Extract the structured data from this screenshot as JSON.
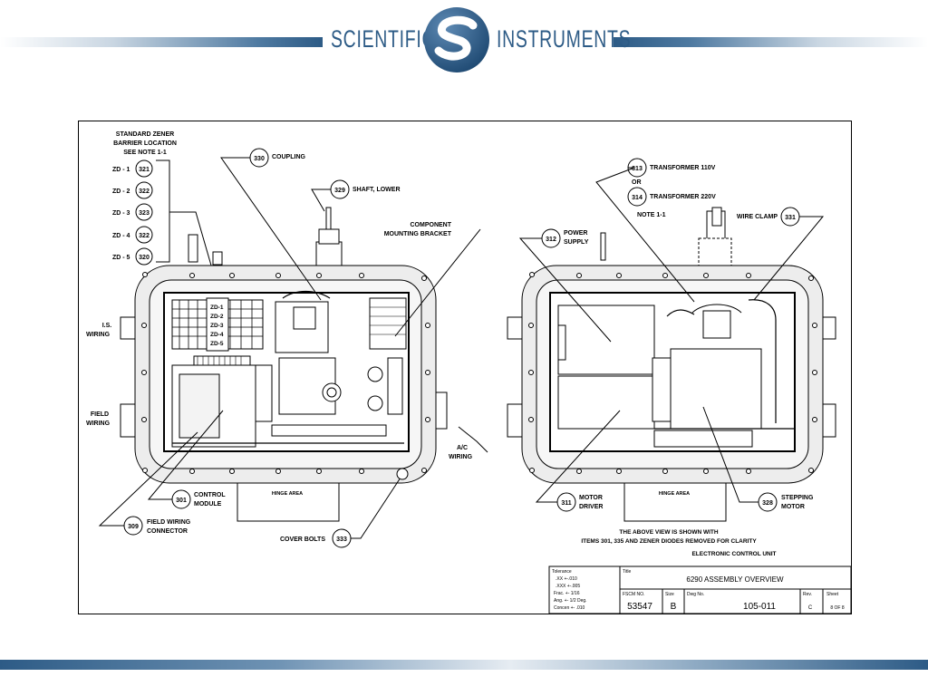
{
  "brand": {
    "left": "SCIENTIFIC",
    "right": "INSTRUMENTS"
  },
  "colors": {
    "brand_blue": "#2d5b86",
    "line": "#000000",
    "fill_gray": "#e9e9e9"
  },
  "notes": {
    "zener_title_1": "STANDARD ZENER",
    "zener_title_2": "BARRIER LOCATION",
    "zener_title_3": "SEE NOTE 1-1",
    "clarity_1": "THE ABOVE VIEW IS SHOWN WITH",
    "clarity_2": "ITEMS 301, 335 AND ZENER DIODES REMOVED FOR CLARITY",
    "ecu": "ELECTRONIC CONTROL UNIT",
    "note11": "NOTE 1-1",
    "or": "OR"
  },
  "zener": [
    {
      "label": "ZD - 1",
      "num": "321"
    },
    {
      "label": "ZD - 2",
      "num": "322"
    },
    {
      "label": "ZD - 3",
      "num": "323"
    },
    {
      "label": "ZD - 4",
      "num": "322"
    },
    {
      "label": "ZD - 5",
      "num": "320"
    }
  ],
  "zd_terms": [
    "ZD-1",
    "ZD-2",
    "ZD-3",
    "ZD-4",
    "ZD-5"
  ],
  "callouts": {
    "c330": {
      "num": "330",
      "label": "COUPLING"
    },
    "c329": {
      "num": "329",
      "label": "SHAFT, LOWER"
    },
    "bracket_1": "COMPONENT",
    "bracket_2": "MOUNTING BRACKET",
    "is_1": "I.S.",
    "is_2": "WIRING",
    "field_1": "FIELD",
    "field_2": "WIRING",
    "ac_1": "A/C",
    "ac_2": "WIRING",
    "c301": {
      "num": "301",
      "label1": "CONTROL",
      "label2": "MODULE"
    },
    "c309": {
      "num": "309",
      "label1": "FIELD WIRING",
      "label2": "CONNECTOR"
    },
    "c333": {
      "num": "333",
      "label": "COVER BOLTS"
    },
    "c313": {
      "num": "313",
      "label": "TRANSFORMER 110V"
    },
    "c314": {
      "num": "314",
      "label": "TRANSFORMER 220V"
    },
    "c331": {
      "num": "331",
      "label": "WIRE CLAMP"
    },
    "c312": {
      "num": "312",
      "label1": "POWER",
      "label2": "SUPPLY"
    },
    "c311": {
      "num": "311",
      "label1": "MOTOR",
      "label2": "DRIVER"
    },
    "c328": {
      "num": "328",
      "label1": "STEPPING",
      "label2": "MOTOR"
    },
    "hinge": "HINGE AREA"
  },
  "title_block": {
    "tol_head": "Tolerance",
    "tol_lines": [
      ".XX +-.010",
      ".XXX +-.005",
      "Frac. +- 1/16",
      "Ang. +- 1/2 Deg.",
      "Concen +- .010"
    ],
    "title_label": "Title",
    "title": "6290 ASSEMBLY OVERVIEW",
    "fscm_label": "FSCM NO.",
    "fscm": "53547",
    "size_label": "Size",
    "size": "B",
    "dwg_label": "Dwg No.",
    "dwg": "105-011",
    "rev_label": "Rev.",
    "rev": "C",
    "sheet_label": "Sheet",
    "sheet": "8 OF 8"
  }
}
